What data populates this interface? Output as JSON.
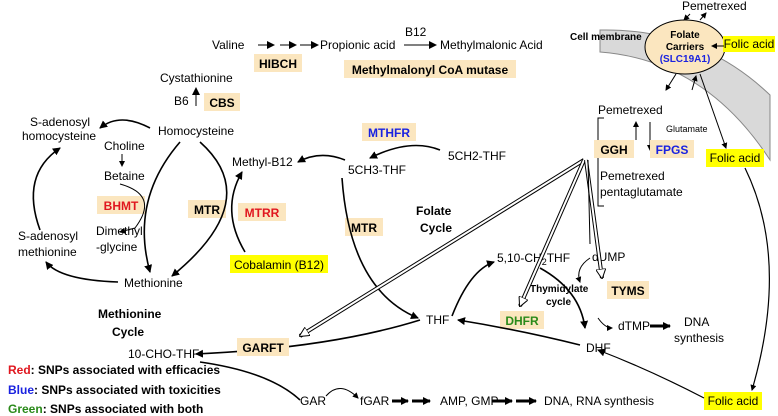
{
  "colors": {
    "enzyme_box": "#fbe6bf",
    "highlight": "#ffff00",
    "red": "#e0171f",
    "blue": "#1a22e0",
    "green": "#2a8a1a",
    "membrane": "#d9d9d9"
  },
  "top": {
    "pemetrexed": "Pemetrexed",
    "valine": "Valine",
    "b12": "B12",
    "propionic": "Propionic acid",
    "methylmalonic": "Methylmalonic Acid",
    "hibch": "HIBCH",
    "mcm": "Methylmalonyl CoA mutase"
  },
  "membrane": {
    "label": "Cell membrane",
    "carriers_line1": "Folate",
    "carriers_line2": "Carriers",
    "carriers_gene": "(SLC19A1)",
    "folic_acid": "Folic acid"
  },
  "methionine": {
    "cystathionine": "Cystathionine",
    "b6": "B6",
    "cbs": "CBS",
    "homocysteine": "Homocysteine",
    "sah_line1": "S-adenosyl",
    "sah_line2": "homocysteine",
    "choline": "Choline",
    "betaine": "Betaine",
    "bhmt": "BHMT",
    "dmg_line1": "Dimethyl",
    "dmg_line2": "-glycine",
    "sam_line1": "S-adenosyl",
    "sam_line2": "methionine",
    "mtr": "MTR",
    "methionine": "Methionine",
    "cycle_line1": "Methionine",
    "cycle_line2": "Cycle",
    "methyl_b12": "Methyl-B12",
    "mtrr": "MTRR",
    "cobalamin": "Cobalamin (B12)"
  },
  "folate": {
    "mthfr": "MTHFR",
    "ch3thf": "5CH3-THF",
    "ch2thf": "5CH2-THF",
    "mtr": "MTR",
    "cycle_line1": "Folate",
    "cycle_line2": "Cycle",
    "methylene": "5,10-CH",
    "methylene_sub": "2",
    "methylene_end": "THF",
    "thf": "THF",
    "dhfr": "DHFR",
    "dhf": "DHF",
    "cho_thf": "10-CHO-THF",
    "garft": "GARFT",
    "gar": "GAR",
    "fgar": "fGAR",
    "amp_gmp": "AMP, GMP",
    "dna_rna": "DNA, RNA synthesis"
  },
  "thymidylate": {
    "dump": "dUMP",
    "tyms": "TYMS",
    "cycle_line1": "Thymidylate",
    "cycle_line2": "cycle",
    "dtmp": "dTMP",
    "dna_line1": "DNA",
    "dna_line2": "synthesis"
  },
  "polyglut": {
    "pemetrexed": "Pemetrexed",
    "glutamate": "Glutamate",
    "ggh": "GGH",
    "fpgs": "FPGS",
    "pentaglut_line1": "Pemetrexed",
    "pentaglut_line2": "pentaglutamate"
  },
  "legend": {
    "red_key": "Red",
    "red_text": ": SNPs associated with efficacies",
    "blue_key": "Blue",
    "blue_text": ": SNPs associated with toxicities",
    "green_key": "Green",
    "green_text": ": SNPs associated with both"
  }
}
